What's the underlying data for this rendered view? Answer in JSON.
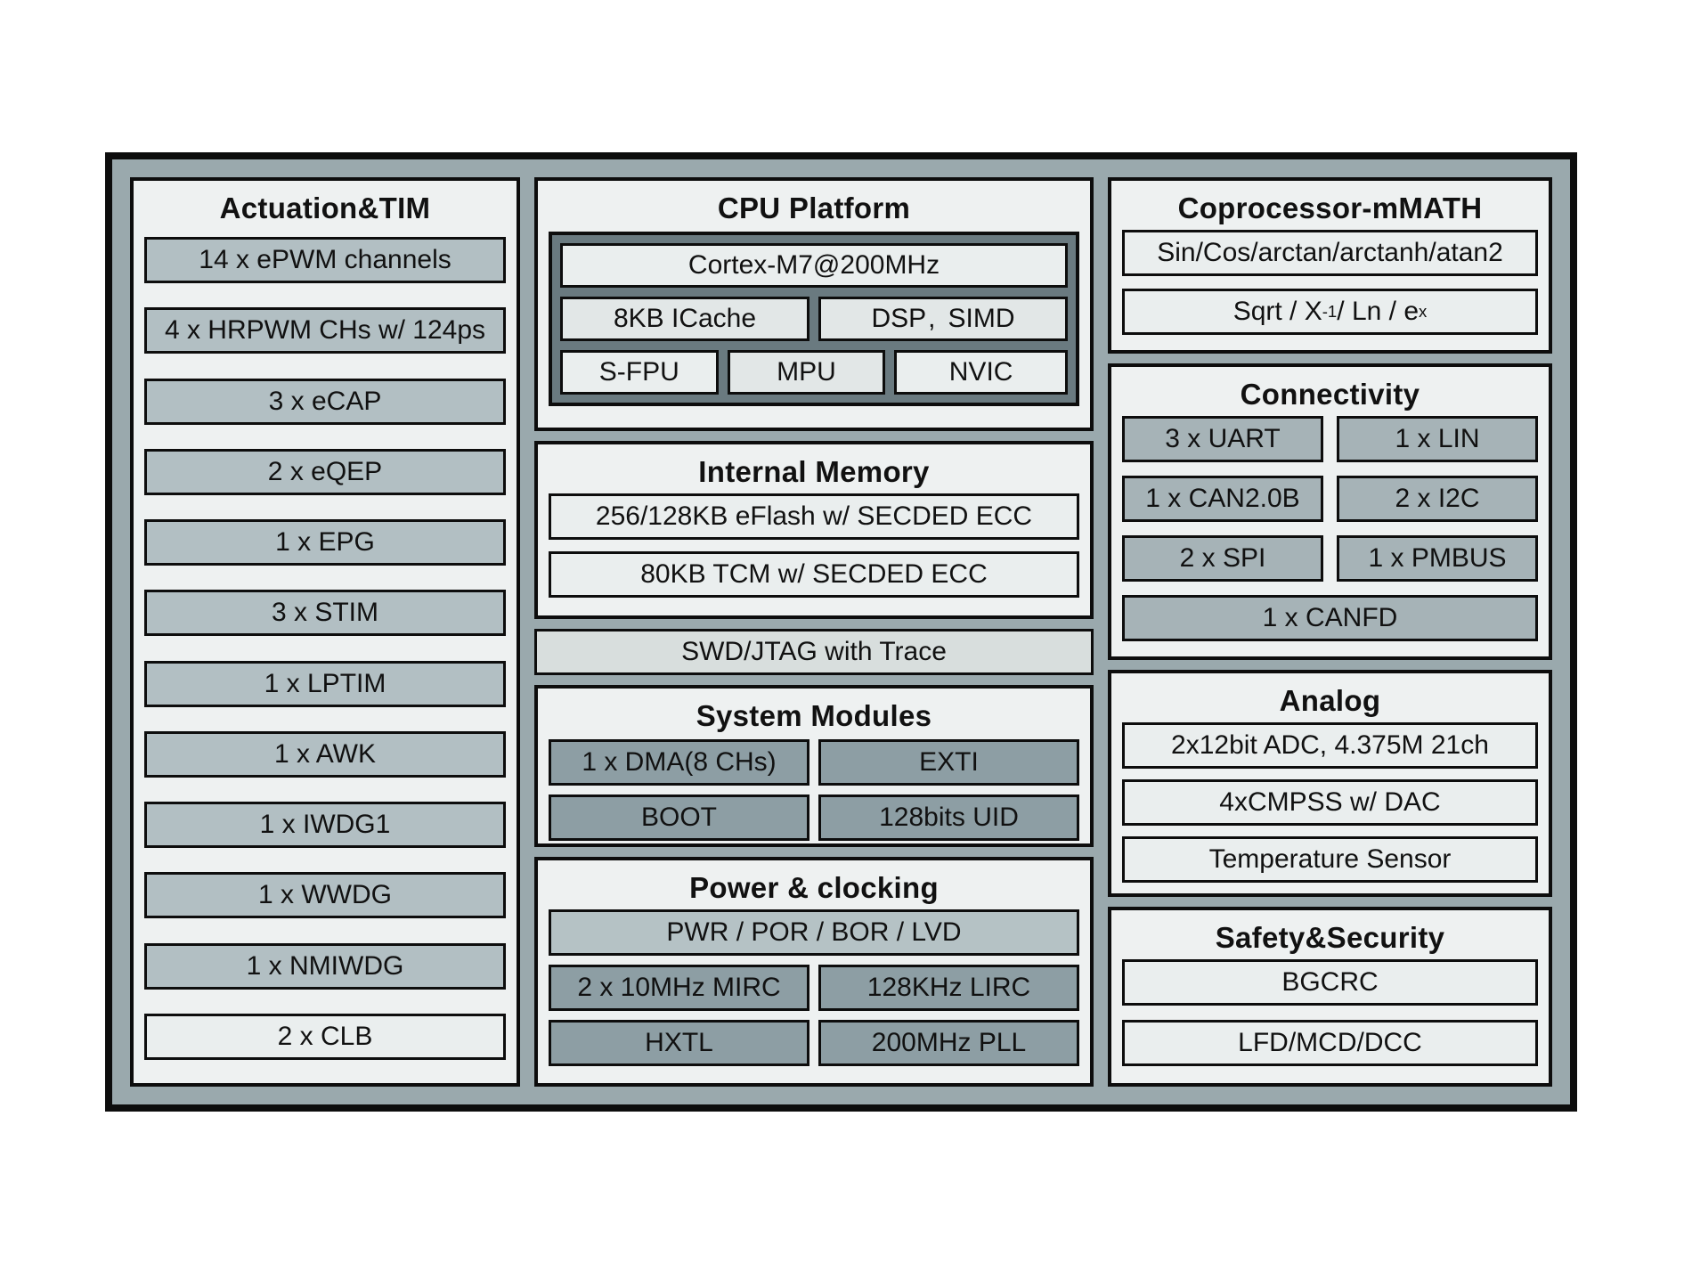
{
  "colors": {
    "frame_bg": "#9aa9ad",
    "panel_bg": "#eef1f1",
    "line": "#0d0d0d",
    "item_gray": "#b2bfc3",
    "item_light": "#eaeeee",
    "item_mid": "#e2e7e7",
    "item_conn": "#a6b3b7",
    "item_dark": "#8d9ea4",
    "item_pwr": "#b5c2c5",
    "item_swd": "#d8dedd",
    "cpu_bg": "#6a7a80"
  },
  "actuation": {
    "title": "Actuation&TIM",
    "items": [
      "14 x ePWM channels",
      "4 x HRPWM CHs w/ 124ps",
      "3 x eCAP",
      "2 x eQEP",
      "1 x EPG",
      "3 x STIM",
      "1 x LPTIM",
      "1 x AWK",
      "1 x IWDG1",
      "1 x WWDG",
      "1 x NMIWDG",
      "2 x CLB"
    ]
  },
  "cpu": {
    "title": "CPU Platform",
    "core": "Cortex-M7@200MHz",
    "icache": "8KB ICache",
    "dsp_label": "DSP、SIMD",
    "dsp_a": "DSP",
    "dsp_sep": ",",
    "dsp_b": "SIMD",
    "sfpu": "S-FPU",
    "mpu": "MPU",
    "nvic": "NVIC"
  },
  "memory": {
    "title": "Internal Memory",
    "items": [
      "256/128KB eFlash w/ SECDED ECC",
      "80KB TCM w/ SECDED ECC"
    ]
  },
  "debug": {
    "label": "SWD/JTAG with Trace"
  },
  "system": {
    "title": "System Modules",
    "items": [
      "1 x DMA(8 CHs)",
      "EXTI",
      "BOOT",
      "128bits UID"
    ]
  },
  "power": {
    "title": "Power & clocking",
    "bar": "PWR / POR / BOR / LVD",
    "items": [
      "2 x 10MHz MIRC",
      "128KHz LIRC",
      "HXTL",
      "200MHz PLL"
    ]
  },
  "coprocessor": {
    "title": "Coprocessor-mMATH",
    "trig": "Sin/Cos/arctan/arctanh/atan2",
    "sqrt_base1": "Sqrt / X",
    "sqrt_sup1": "-1",
    "sqrt_base2": " / Ln / e",
    "sqrt_sup2": "x"
  },
  "connectivity": {
    "title": "Connectivity",
    "grid": [
      "3 x UART",
      "1 x LIN",
      "1 x CAN2.0B",
      "2 x I2C",
      "2 x SPI",
      "1 x PMBUS"
    ],
    "full": "1 x CANFD"
  },
  "analog": {
    "title": "Analog",
    "items": [
      "2x12bit ADC, 4.375M 21ch",
      "4xCMPSS w/ DAC",
      "Temperature Sensor"
    ]
  },
  "safety": {
    "title": "Safety&Security",
    "items": [
      "BGCRC",
      "LFD/MCD/DCC"
    ]
  }
}
